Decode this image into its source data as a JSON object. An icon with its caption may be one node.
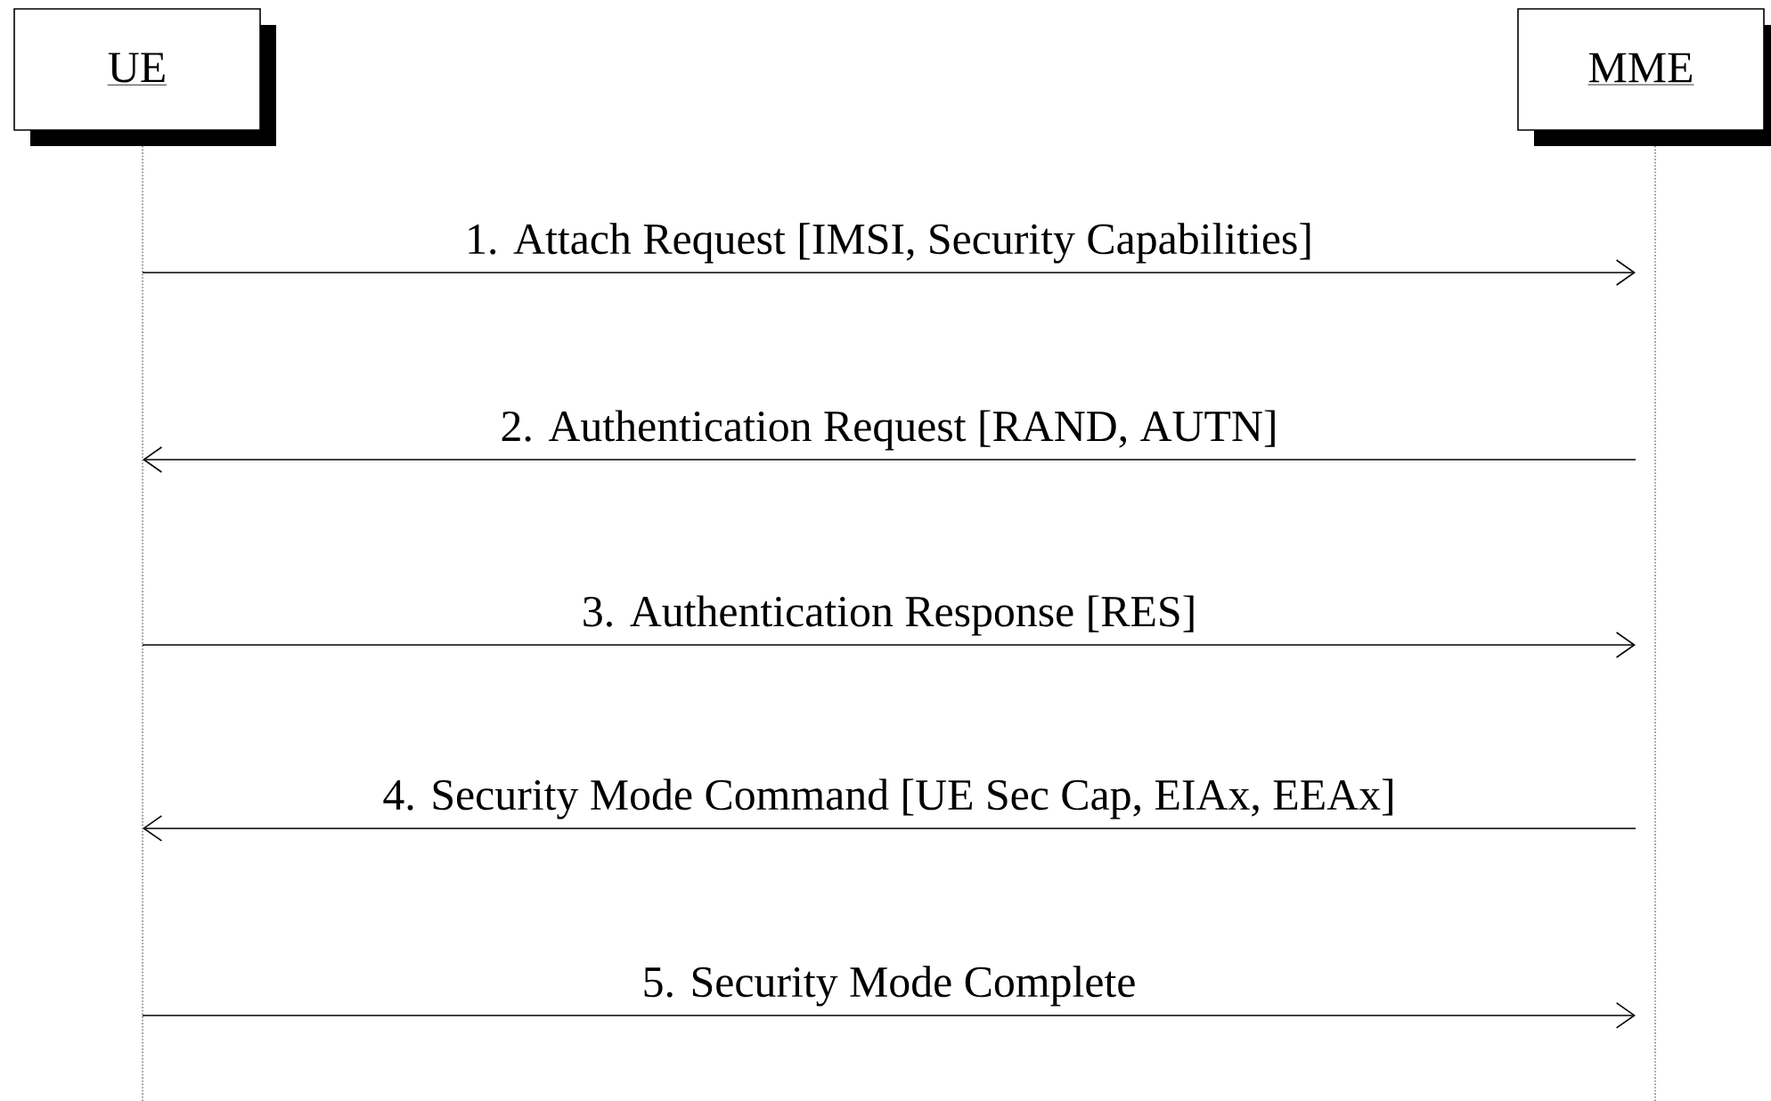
{
  "diagram": {
    "nodes": [
      {
        "text": [
          "UE"
        ]
      },
      {
        "text": [
          "MME"
        ]
      }
    ],
    "edges": [
      {
        "from": 0,
        "to": 1,
        "arrow": "to",
        "label": "1. Attach Request [IMSI, Security Capabilities]"
      },
      {
        "from": 1,
        "to": 0,
        "arrow": "to",
        "label": "2. Authentication Request [RAND, AUTN]"
      },
      {
        "from": 0,
        "to": 1,
        "arrow": "to",
        "label": "3. Authentication Response [RES]"
      },
      {
        "from": 1,
        "to": 0,
        "arrow": "to",
        "label": "4. Security Mode Command [UE Sec Cap, EIAx, EEAx]"
      },
      {
        "from": 0,
        "to": 1,
        "arrow": "to",
        "label": "5. Security Mode Complete"
      }
    ]
  }
}
